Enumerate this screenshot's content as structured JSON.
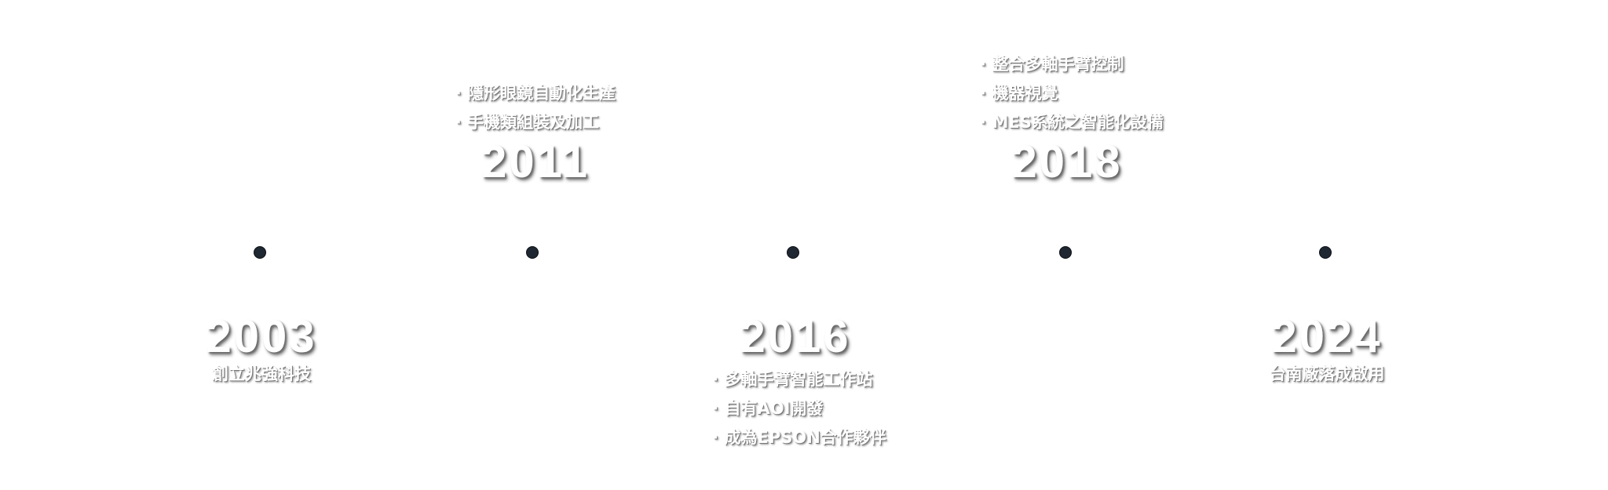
{
  "timeline": [
    {
      "year": "2003",
      "label": "創立兆強科技"
    },
    {
      "year": "2011",
      "items": [
        "隱形眼鏡自動化生產",
        "手機類組裝及加工"
      ]
    },
    {
      "year": "2016",
      "items": [
        "多軸手臂智能工作站",
        "自有AOI開發",
        "成為EPSON合作夥伴"
      ]
    },
    {
      "year": "2018",
      "items": [
        "整合多軸手臂控制",
        "機器視覺",
        "MES系統之智能化設備"
      ]
    },
    {
      "year": "2024",
      "label": "台南廠落成啟用"
    }
  ],
  "colors": {
    "dot": "#1f2732",
    "text": "#ffffff",
    "shadow": "#6a6a6a"
  }
}
